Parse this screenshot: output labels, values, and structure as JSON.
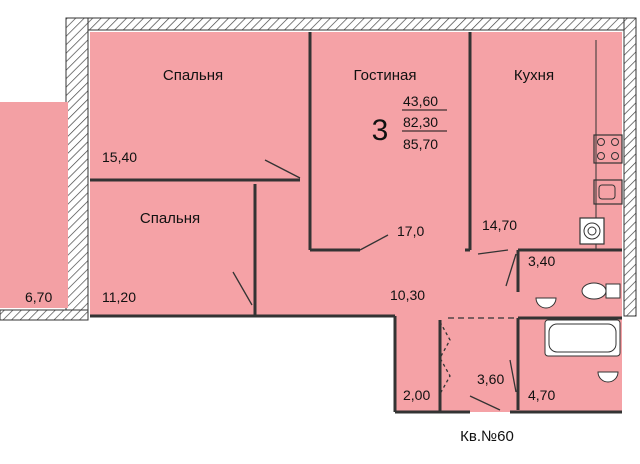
{
  "plan": {
    "rooms": {
      "bedroom_top": {
        "name": "Спальня",
        "area": "15,40"
      },
      "living": {
        "name": "Гостиная",
        "area": "17,0"
      },
      "kitchen": {
        "name": "Кухня",
        "area": "14,70"
      },
      "bedroom_bottom": {
        "name": "Спальня",
        "area": "11,20"
      },
      "balcony": {
        "area": "6,70"
      },
      "hall": {
        "area": "10,30"
      },
      "wc": {
        "area": "3,40"
      },
      "bath": {
        "area": "4,70"
      },
      "storage": {
        "area": "2,00"
      },
      "corridor": {
        "area": "3,60"
      }
    },
    "summary": {
      "rooms_count": "3",
      "living_area": "43,60",
      "total_area": "82,30",
      "total_with_balcony": "85,70"
    },
    "apartment_label": "Кв.№60",
    "colors": {
      "room_fill": "#f5a2a6",
      "wall": "#333333",
      "balcony": "#f3a0a4"
    }
  }
}
